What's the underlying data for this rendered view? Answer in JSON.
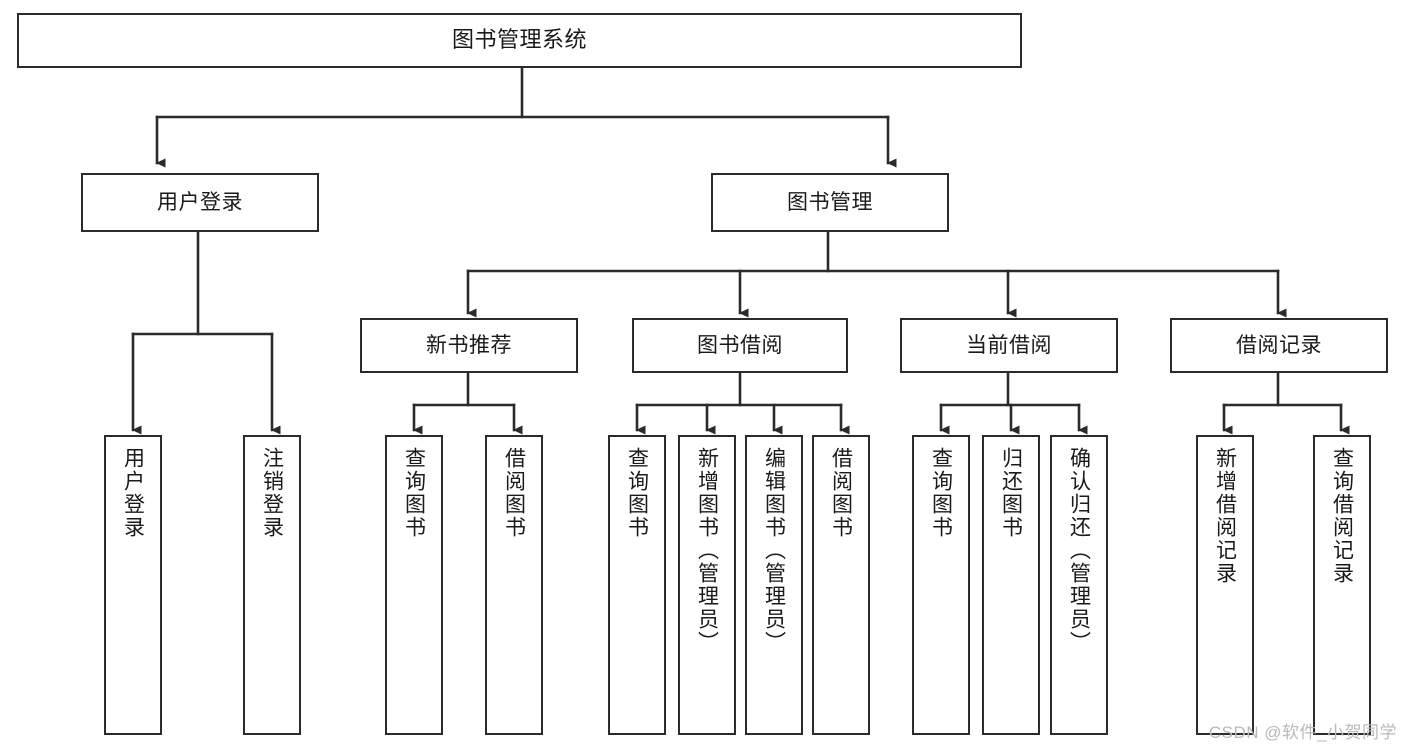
{
  "diagram": {
    "type": "tree-hierarchy",
    "title": "图书管理系统",
    "watermark": "CSDN @软件_小贺同学",
    "colors": {
      "box_border": "#2b2b2b",
      "box_fill": "#ffffff",
      "connector": "#2b2b2b",
      "text": "#1a1a1a",
      "watermark": "#b9b9b9"
    },
    "levels": {
      "root": {
        "label": "图书管理系统"
      },
      "level2": [
        {
          "id": "user-login",
          "label": "用户登录"
        },
        {
          "id": "book-manage",
          "label": "图书管理"
        }
      ],
      "level3": [
        {
          "id": "new-book-recommend",
          "label": "新书推荐",
          "parent": "book-manage"
        },
        {
          "id": "book-borrow",
          "label": "图书借阅",
          "parent": "book-manage"
        },
        {
          "id": "current-borrow",
          "label": "当前借阅",
          "parent": "book-manage"
        },
        {
          "id": "borrow-record",
          "label": "借阅记录",
          "parent": "book-manage"
        }
      ],
      "leaves": {
        "user-login": [
          {
            "id": "leaf-user-login",
            "label": "用户登录"
          },
          {
            "id": "leaf-logout",
            "label": "注销登录"
          }
        ],
        "new-book-recommend": [
          {
            "id": "leaf-query-book-1",
            "label": "查询图书"
          },
          {
            "id": "leaf-borrow-book-1",
            "label": "借阅图书"
          }
        ],
        "book-borrow": [
          {
            "id": "leaf-query-book-2",
            "label": "查询图书"
          },
          {
            "id": "leaf-add-book",
            "label": "新增图书（管理员）"
          },
          {
            "id": "leaf-edit-book",
            "label": "编辑图书（管理员）"
          },
          {
            "id": "leaf-borrow-book-2",
            "label": "借阅图书"
          }
        ],
        "current-borrow": [
          {
            "id": "leaf-query-book-3",
            "label": "查询图书"
          },
          {
            "id": "leaf-return-book",
            "label": "归还图书"
          },
          {
            "id": "leaf-confirm-return",
            "label": "确认归还（管理员）"
          }
        ],
        "borrow-record": [
          {
            "id": "leaf-add-record",
            "label": "新增借阅记录"
          },
          {
            "id": "leaf-query-record",
            "label": "查询借阅记录"
          }
        ]
      }
    }
  }
}
